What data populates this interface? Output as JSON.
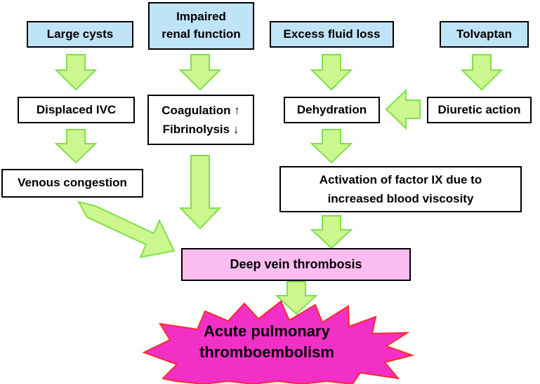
{
  "causes": {
    "large_cysts": "Large cysts",
    "impaired_renal_line1": "Impaired",
    "impaired_renal_line2": "renal function",
    "excess_fluid_loss": "Excess fluid loss",
    "tolvaptan": "Tolvaptan"
  },
  "intermediates": {
    "displaced_ivc": "Displaced IVC",
    "coagulation": "Coagulation ↑",
    "fibrinolysis": "Fibrinolysis ↓",
    "dehydration": "Dehydration",
    "diuretic_action": "Diuretic action",
    "venous_congestion": "Venous congestion",
    "activation_line1": "Activation of factor IX due to",
    "activation_line2": "increased blood viscosity"
  },
  "outcomes": {
    "dvt": "Deep vein thrombosis",
    "pe_line1": "Acute pulmonary",
    "pe_line2": "thromboembolism"
  },
  "colors": {
    "cause_fill": "#bfe3f7",
    "arrow_fill": "#ccf78f",
    "arrow_stroke": "#7fe04a",
    "dvt_fill": "#fbbdf0",
    "pe_fill": "#f230c8",
    "pe_stroke": "#ff2a2a"
  }
}
